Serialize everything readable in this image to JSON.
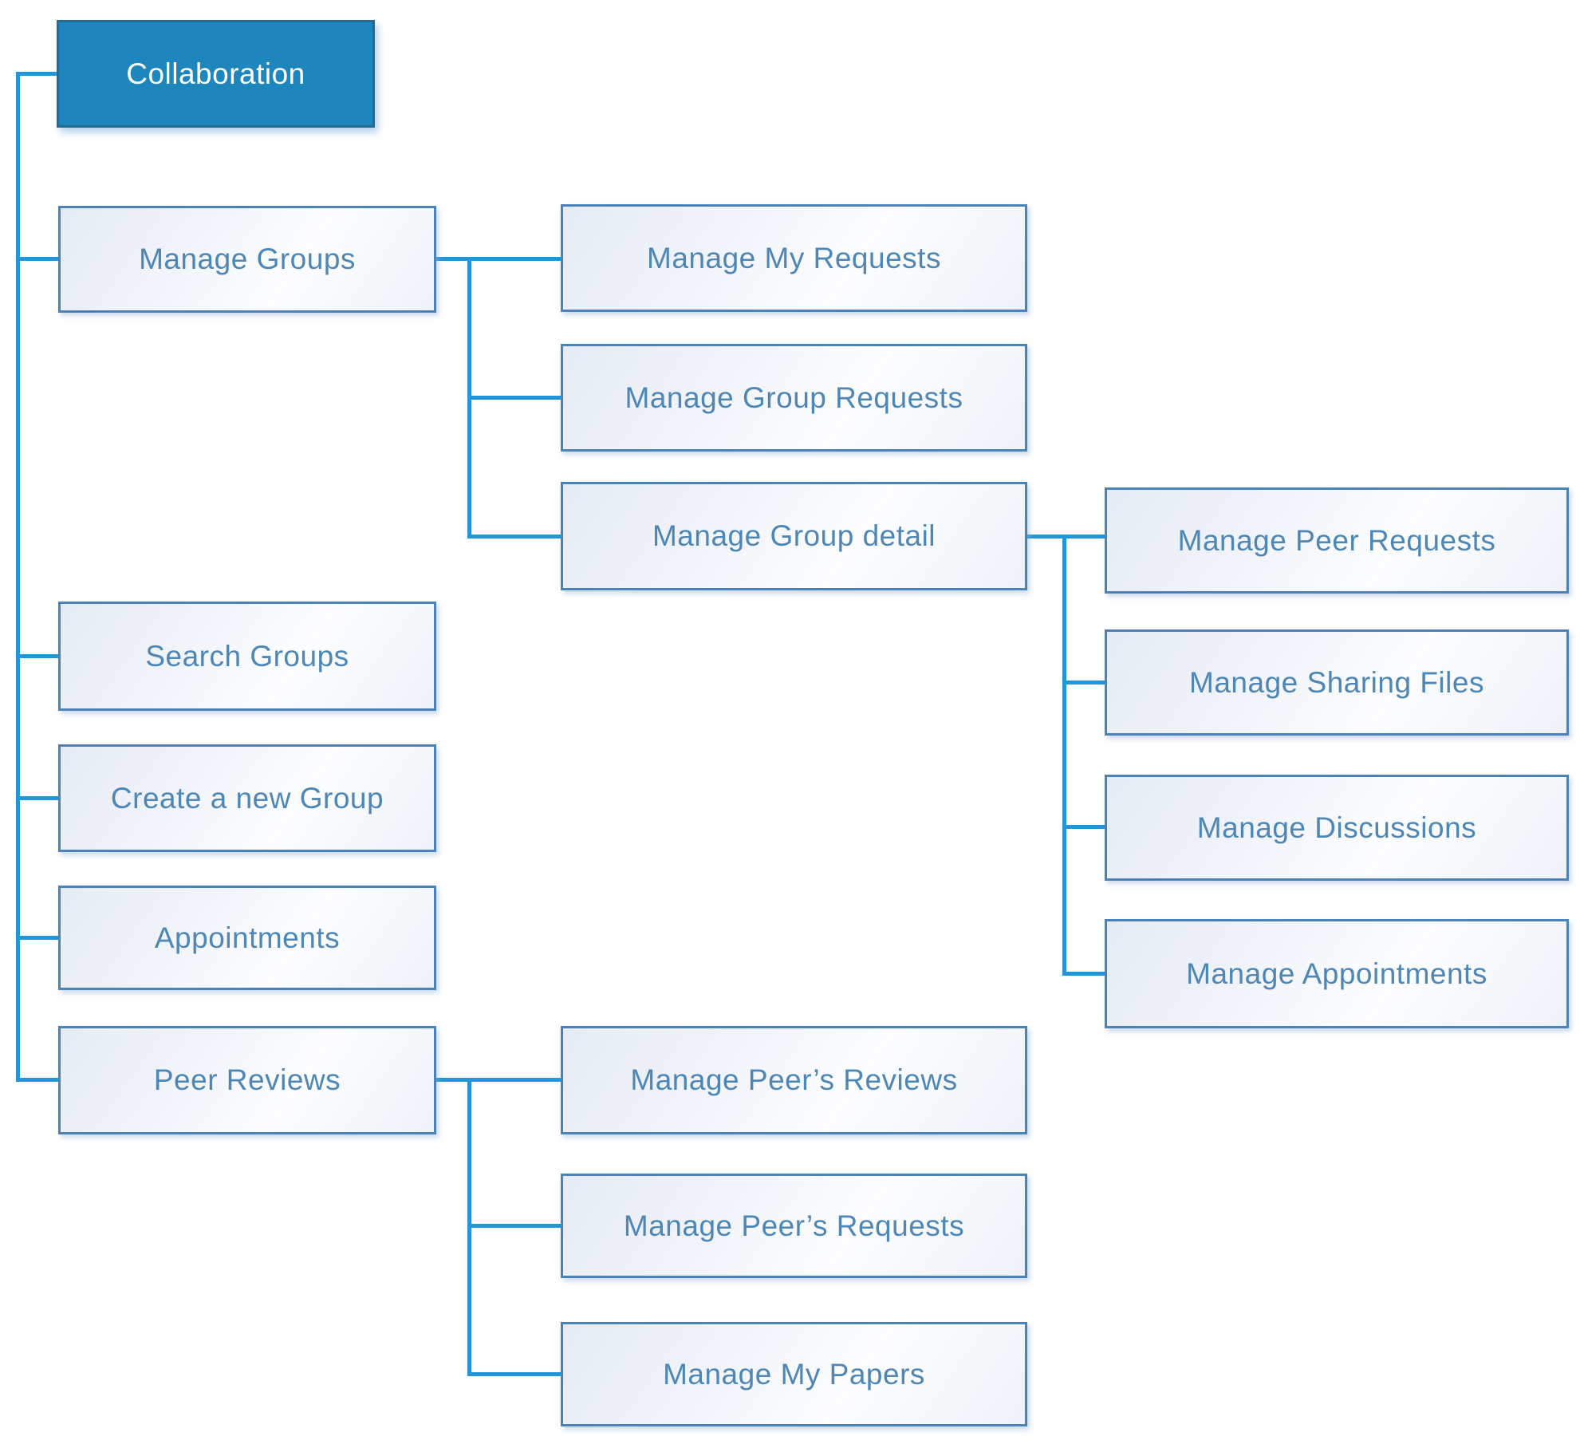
{
  "colors": {
    "root_fill": "#1c86bd",
    "root_border": "#266a94",
    "root_text": "#ffffff",
    "box_border": "#4d82b8",
    "box_text": "#4e86b5",
    "connector": "#2395d8"
  },
  "tree": {
    "label": "Collaboration",
    "children": [
      {
        "label": "Manage Groups",
        "children": [
          {
            "label": "Manage My Requests"
          },
          {
            "label": "Manage Group Requests"
          },
          {
            "label": "Manage Group detail",
            "children": [
              {
                "label": "Manage Peer Requests"
              },
              {
                "label": "Manage Sharing Files"
              },
              {
                "label": "Manage Discussions"
              },
              {
                "label": "Manage Appointments"
              }
            ]
          }
        ]
      },
      {
        "label": "Search Groups"
      },
      {
        "label": "Create a new Group"
      },
      {
        "label": "Appointments"
      },
      {
        "label": "Peer Reviews",
        "children": [
          {
            "label": "Manage Peer’s Reviews"
          },
          {
            "label": "Manage Peer’s Requests"
          },
          {
            "label": "Manage My Papers"
          }
        ]
      }
    ]
  }
}
